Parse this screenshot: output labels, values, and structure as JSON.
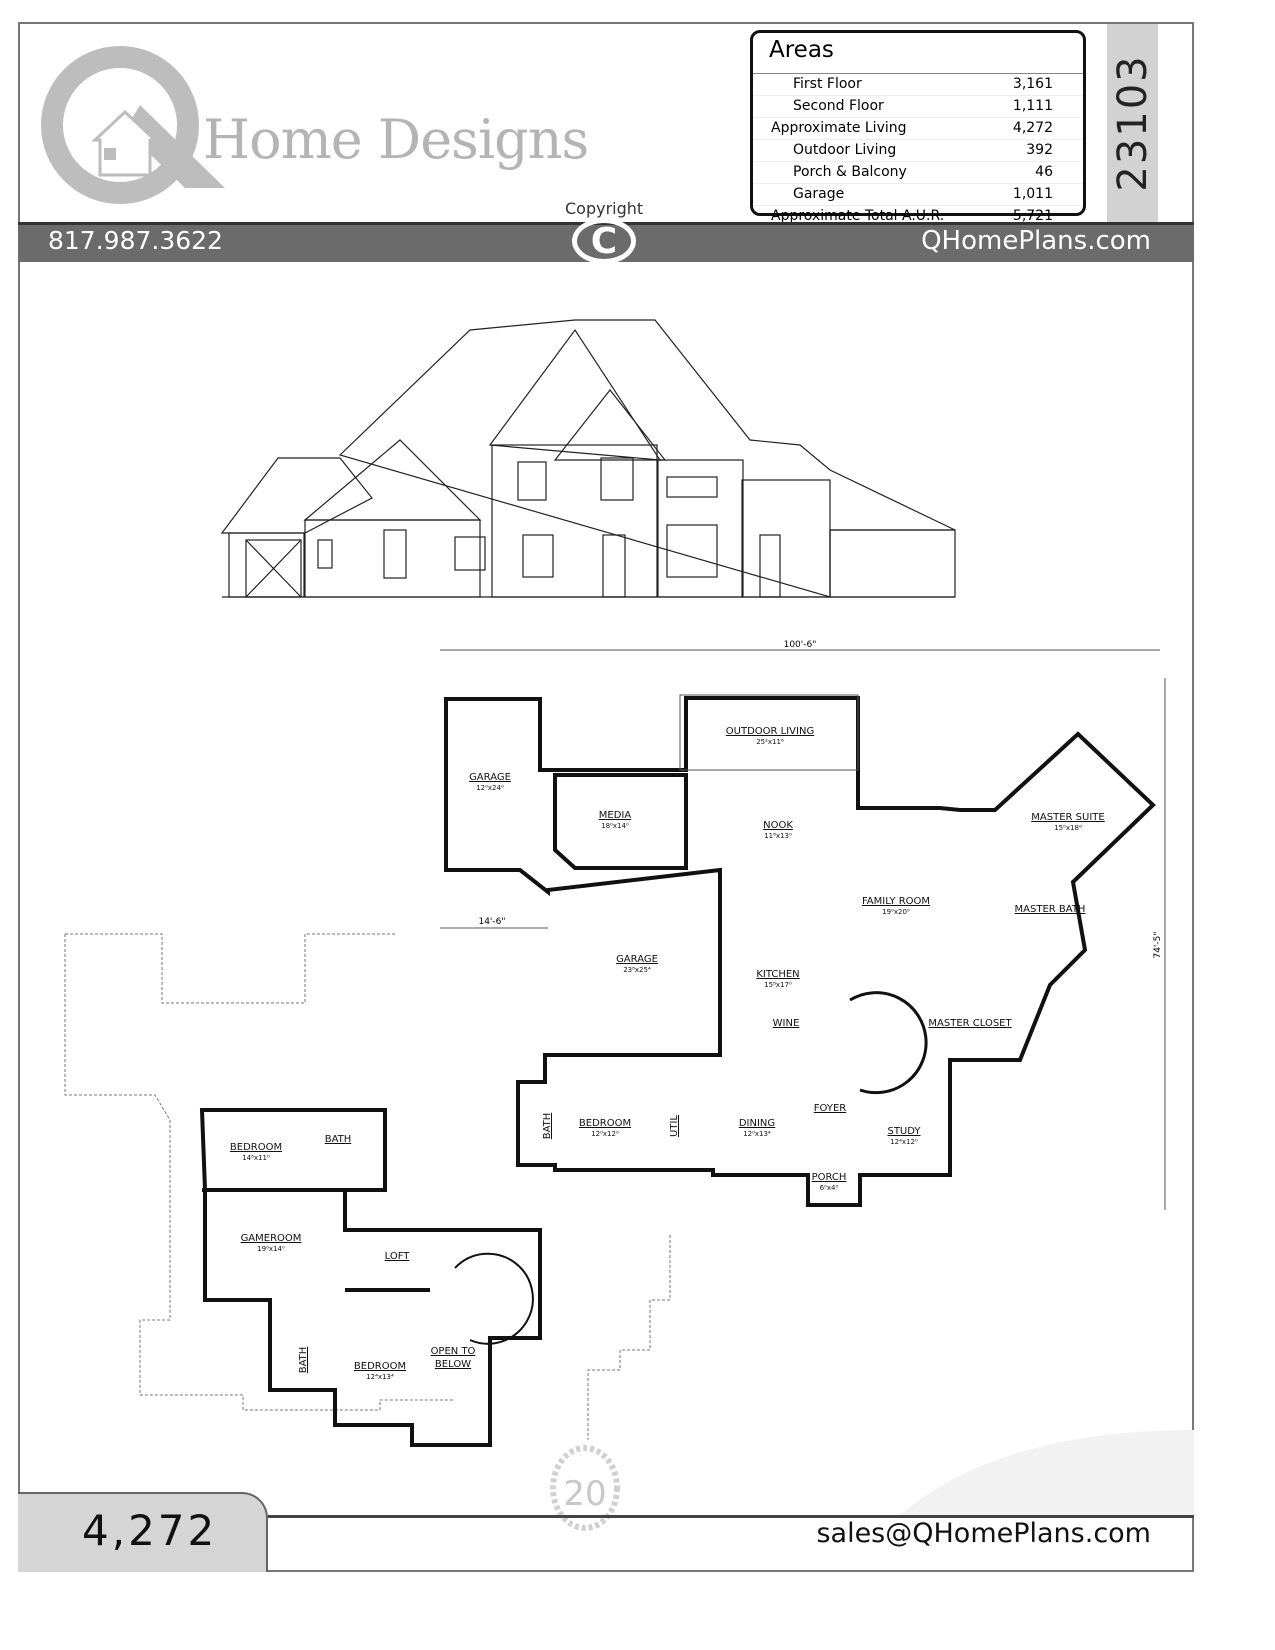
{
  "brand": {
    "name": "Home Designs",
    "logo_letter": "Q",
    "phone": "817.987.3622",
    "website": "QHomePlans.com",
    "email": "sales@QHomePlans.com",
    "copyright": "Copyright",
    "copyright_symbol": "C",
    "badge": "20"
  },
  "plan_number": "23103",
  "living_sqft": "4,272",
  "areas": {
    "title": "Areas",
    "rows": [
      {
        "label": "First Floor",
        "value": "3,161",
        "indent": true
      },
      {
        "label": "Second Floor",
        "value": "1,111",
        "indent": true
      },
      {
        "label": "Approximate Living",
        "value": "4,272",
        "indent": false
      },
      {
        "label": "Outdoor Living",
        "value": "392",
        "indent": true
      },
      {
        "label": "Porch & Balcony",
        "value": "46",
        "indent": true
      },
      {
        "label": "Garage",
        "value": "1,011",
        "indent": true
      },
      {
        "label": "Approximate Total A.U.R.",
        "value": "5,721",
        "indent": false
      }
    ]
  },
  "first_floor": {
    "dimensions": {
      "width": "100'-6\"",
      "depth": "74'-5\"",
      "garage_offset": "14'-6\""
    },
    "rooms": [
      {
        "name": "OUTDOOR LIVING",
        "size": "25²x11⁶"
      },
      {
        "name": "GARAGE",
        "size": "12⁰x24⁰"
      },
      {
        "name": "MEDIA",
        "size": "18⁰x14⁰"
      },
      {
        "name": "NOOK",
        "size": "11⁸x13⁰"
      },
      {
        "name": "MASTER SUITE",
        "size": "15⁰x18⁰"
      },
      {
        "name": "FAMILY ROOM",
        "size": "19⁰x20⁰"
      },
      {
        "name": "MASTER BATH",
        "size": ""
      },
      {
        "name": "GARAGE",
        "size": "23⁸x25⁴"
      },
      {
        "name": "KITCHEN",
        "size": "15⁸x17⁰"
      },
      {
        "name": "WINE",
        "size": ""
      },
      {
        "name": "MASTER CLOSET",
        "size": ""
      },
      {
        "name": "FOYER",
        "size": ""
      },
      {
        "name": "BEDROOM",
        "size": "12⁰x12⁰"
      },
      {
        "name": "BATH",
        "size": ""
      },
      {
        "name": "UTIL",
        "size": ""
      },
      {
        "name": "DINING",
        "size": "12⁰x13⁴"
      },
      {
        "name": "STUDY",
        "size": "12⁴x12⁰"
      },
      {
        "name": "PORCH",
        "size": "6⁰x4⁰"
      }
    ]
  },
  "second_floor": {
    "rooms": [
      {
        "name": "BEDROOM",
        "size": "14⁶x11⁰"
      },
      {
        "name": "BATH",
        "size": ""
      },
      {
        "name": "GAMEROOM",
        "size": "19⁰x14⁰"
      },
      {
        "name": "LOFT",
        "size": ""
      },
      {
        "name": "BATH",
        "size": ""
      },
      {
        "name": "BEDROOM",
        "size": "12⁴x13⁴"
      },
      {
        "name": "OPEN TO",
        "size": "BELOW"
      }
    ]
  }
}
